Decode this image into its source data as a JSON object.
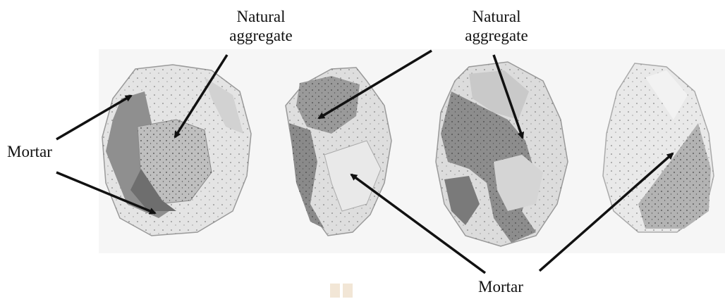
{
  "labels": {
    "natural_aggregate_1_line1": "Natural",
    "natural_aggregate_1_line2": "aggregate",
    "natural_aggregate_2_line1": "Natural",
    "natural_aggregate_2_line2": "aggregate",
    "mortar_left": "Mortar",
    "mortar_bottom": "Mortar"
  },
  "colors": {
    "arrow": "#111111",
    "mortar_light": "#e6e6e6",
    "aggregate_dark": "#8c8c8c",
    "aggregate_mid": "#bdbdbd"
  }
}
